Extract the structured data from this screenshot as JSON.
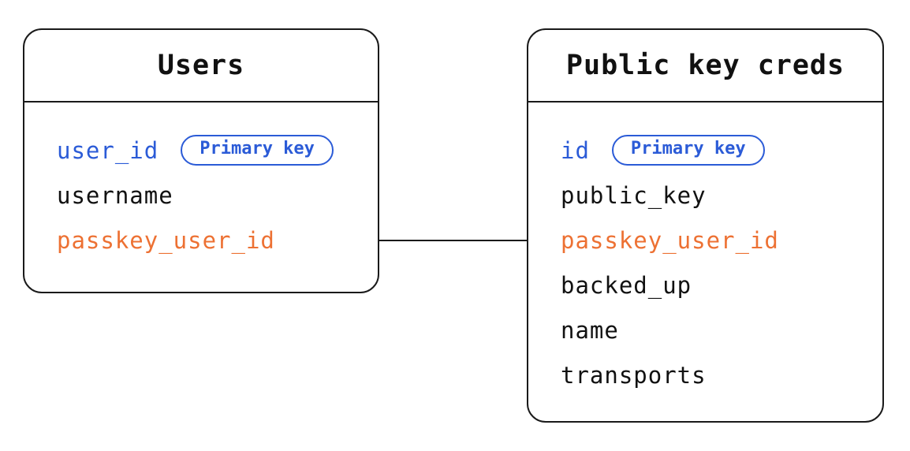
{
  "colors": {
    "border": "#1a1a1a",
    "text": "#111111",
    "pk_blue": "#2b5bd7",
    "fk_orange": "#ed7133",
    "bg": "#ffffff"
  },
  "entities": [
    {
      "title": "Users",
      "fields": [
        {
          "name": "user_id",
          "role": "primary-key",
          "badge": "Primary key"
        },
        {
          "name": "username",
          "role": "plain"
        },
        {
          "name": "passkey_user_id",
          "role": "foreign-key"
        }
      ]
    },
    {
      "title": "Public key creds",
      "fields": [
        {
          "name": "id",
          "role": "primary-key",
          "badge": "Primary key"
        },
        {
          "name": "public_key",
          "role": "plain"
        },
        {
          "name": "passkey_user_id",
          "role": "foreign-key"
        },
        {
          "name": "backed_up",
          "role": "plain"
        },
        {
          "name": "name",
          "role": "plain"
        },
        {
          "name": "transports",
          "role": "plain"
        }
      ]
    }
  ],
  "relationship": {
    "from": "Users.passkey_user_id",
    "to": "Public key creds"
  }
}
